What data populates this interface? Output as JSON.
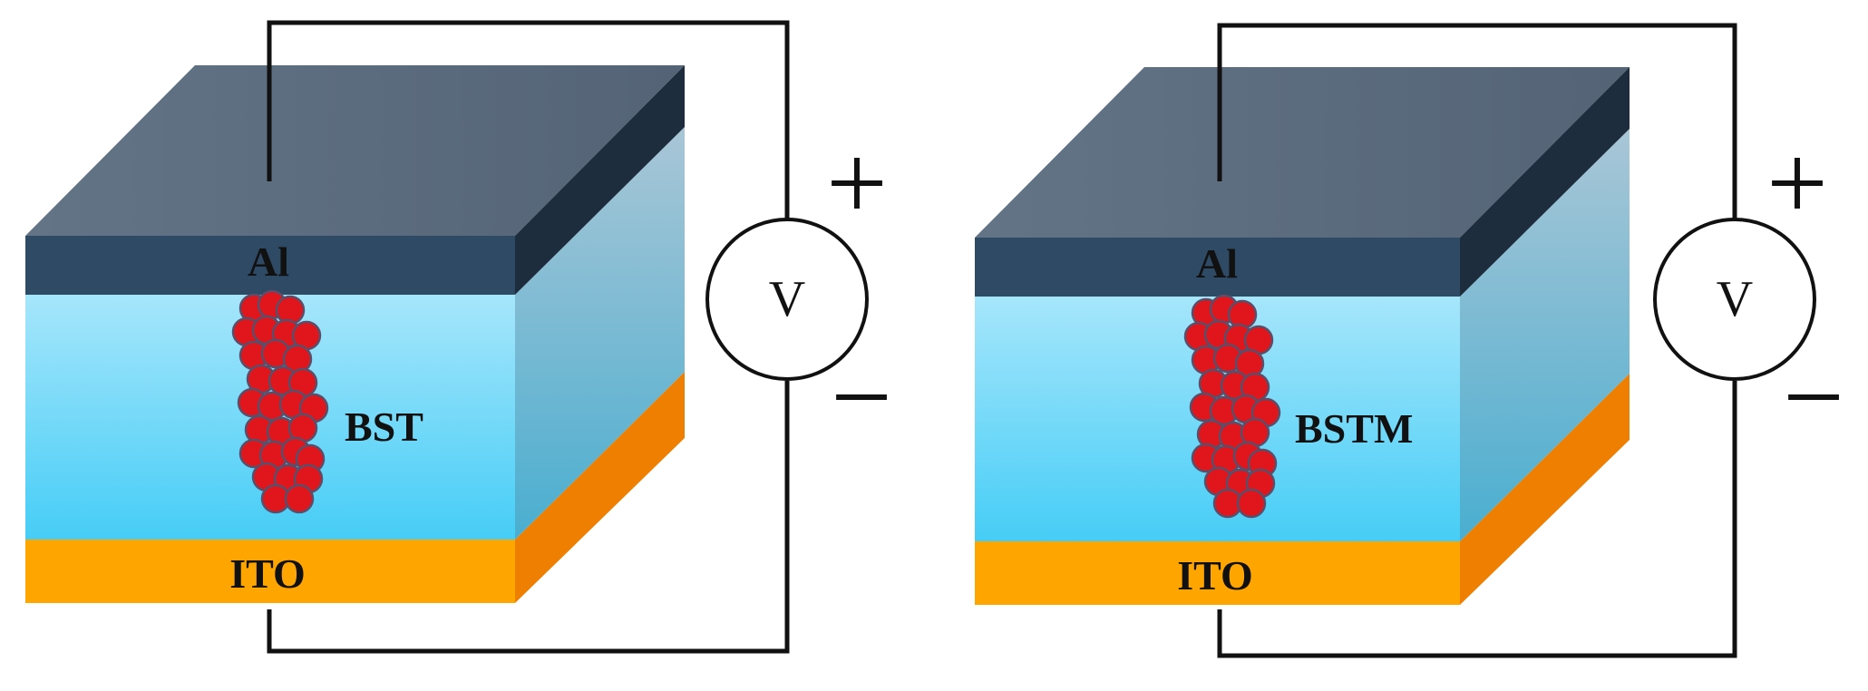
{
  "devices": [
    {
      "id": "bst-device",
      "top_electrode_label": "Al",
      "dielectric_label": "BST",
      "bottom_electrode_label": "ITO",
      "meter_label": "V",
      "positive_label": "+",
      "negative_label": "−"
    },
    {
      "id": "bstm-device",
      "top_electrode_label": "Al",
      "dielectric_label": "BSTM",
      "bottom_electrode_label": "ITO",
      "meter_label": "V",
      "positive_label": "+",
      "negative_label": "−"
    }
  ],
  "colors": {
    "al_top": "#5a6a7d",
    "al_front": "#2e4a64",
    "al_side": "#1d2d3e",
    "dielectric_front_top": "#a6e6fb",
    "dielectric_front_bottom": "#46cdf6",
    "dielectric_side_top": "#a9c6d6",
    "dielectric_side_bottom": "#4aaed0",
    "ito_front": "#ffa500",
    "ito_side": "#ef7f00",
    "filament": "#e0161c",
    "wire": "#111111"
  }
}
